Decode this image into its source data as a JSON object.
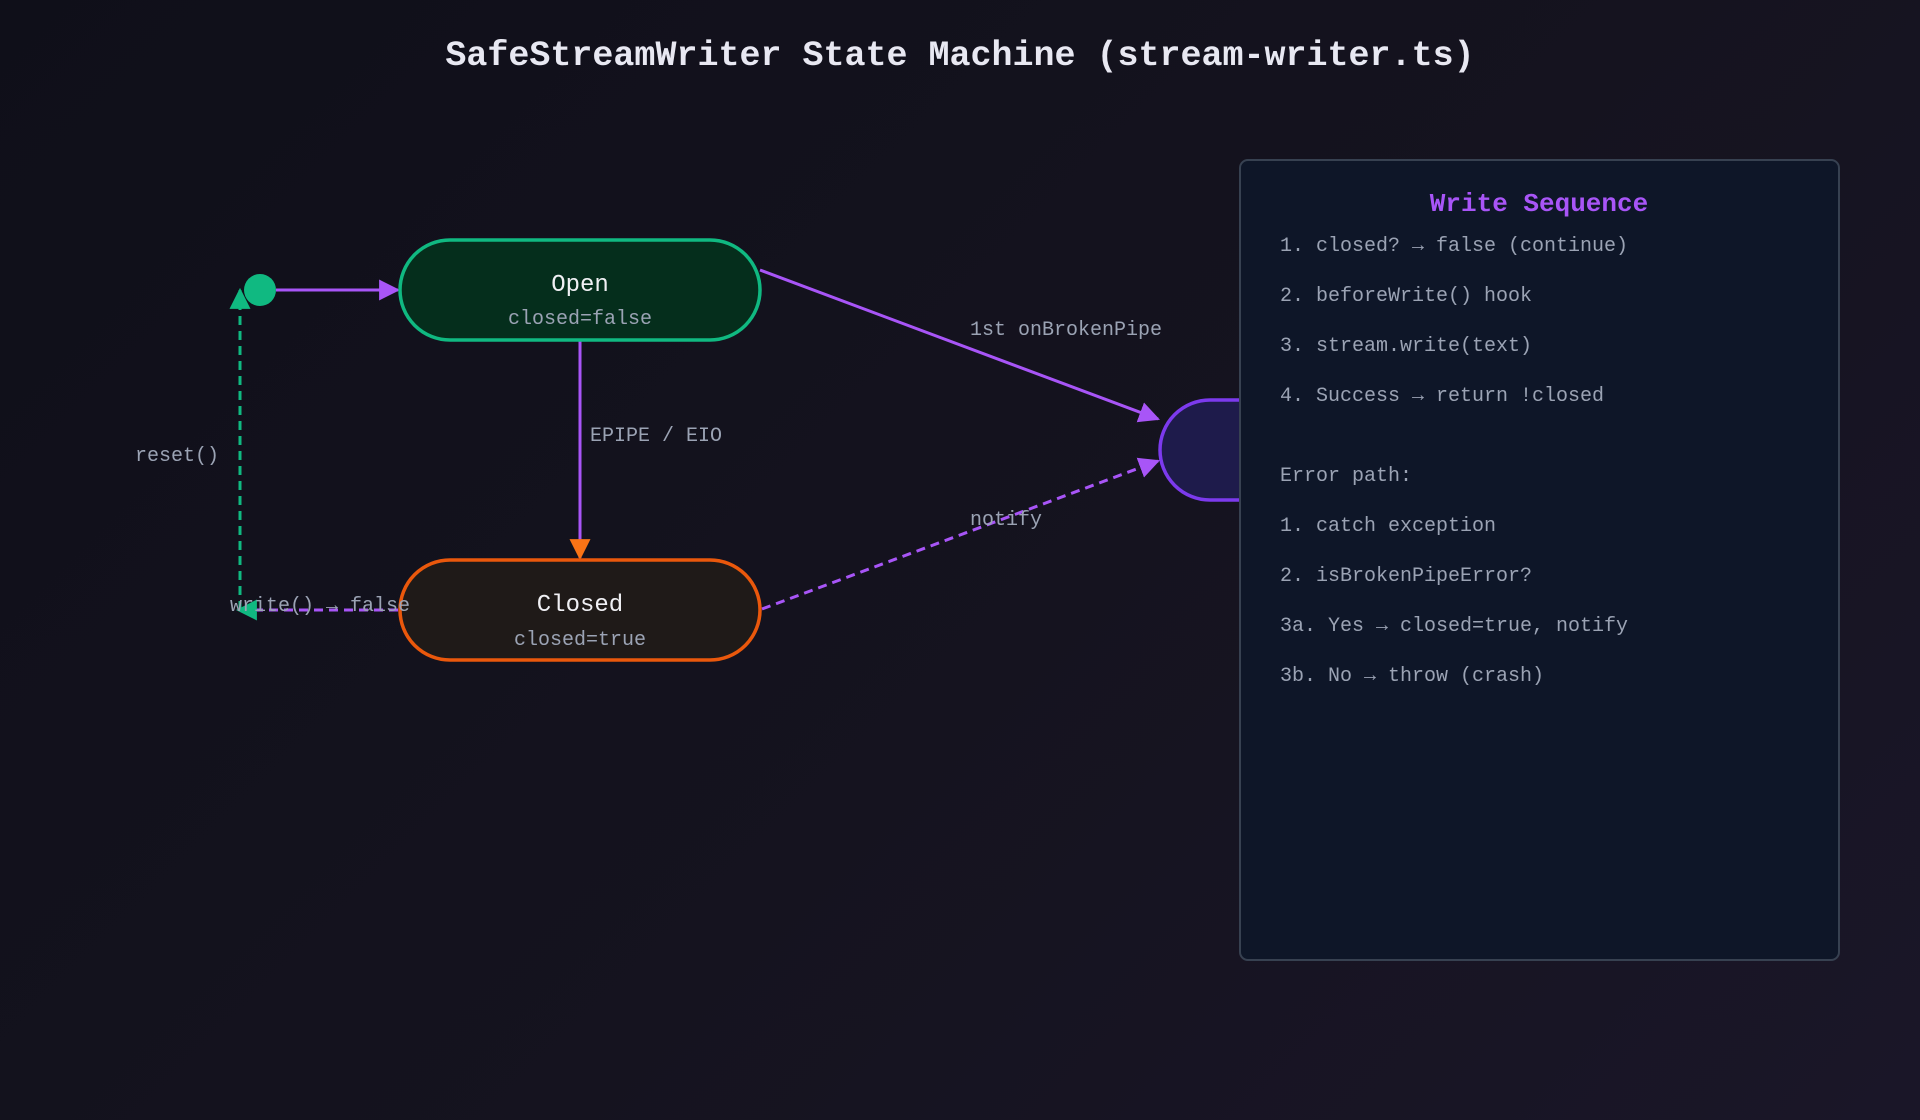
{
  "title": "SafeStreamWriter State Machine (stream-writer.ts)",
  "states": {
    "open": {
      "name": "Open",
      "detail": "closed=false"
    },
    "closed": {
      "name": "Closed",
      "detail": "closed=true"
    }
  },
  "transitions": {
    "open_to_closed": "EPIPE / EIO",
    "open_to_notify": "1st onBrokenPipe",
    "closed_to_notify": "notify",
    "closed_write": "write() → false",
    "reset": "reset()"
  },
  "panel": {
    "title": "Write Sequence",
    "steps": [
      "1. closed? → false (continue)",
      "2. beforeWrite() hook",
      "3. stream.write(text)",
      "4. Success → return !closed"
    ],
    "error_heading": "Error path:",
    "error_steps": [
      "1. catch exception",
      "2. isBrokenPipeError?",
      "3a. Yes → closed=true, notify",
      "3b. No → throw (crash)"
    ]
  },
  "colors": {
    "open_stroke": "#10b981",
    "open_fill": "#052e1c",
    "closed_stroke": "#ea580c",
    "closed_fill": "#1f1a18",
    "notify_stroke": "#7c3aed",
    "notify_fill": "#1e1b4b",
    "edge_purple": "#a855f7",
    "edge_orange": "#f97316",
    "edge_green": "#10b981",
    "panel_bg": "#0e1628",
    "panel_border": "#374151"
  }
}
